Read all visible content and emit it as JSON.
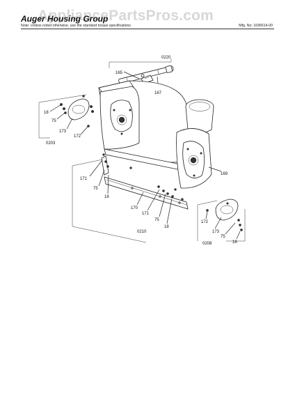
{
  "header": {
    "title": "Auger Housing Group",
    "note": "Note: Unless noted otherwise, use the standard torque specifications",
    "mfg_no": "Mfg. No: 1696514-00"
  },
  "watermark": "AppliancePartsPros.com",
  "callouts": {
    "c0220": "0220",
    "c165": "165",
    "c167": "167",
    "left_18": "18",
    "left_75": "75",
    "left_173": "173",
    "left_172": "172",
    "c0203": "0203",
    "c169": "169",
    "mid_171a": "171",
    "mid_75": "75",
    "mid_18": "18",
    "c170": "170",
    "mid_171b": "171",
    "mid2_75": "75",
    "mid2_18": "18",
    "c0210": "0210",
    "right_172": "172",
    "right_173": "173",
    "right_75": "75",
    "right_18": "18",
    "c0208": "0208"
  }
}
